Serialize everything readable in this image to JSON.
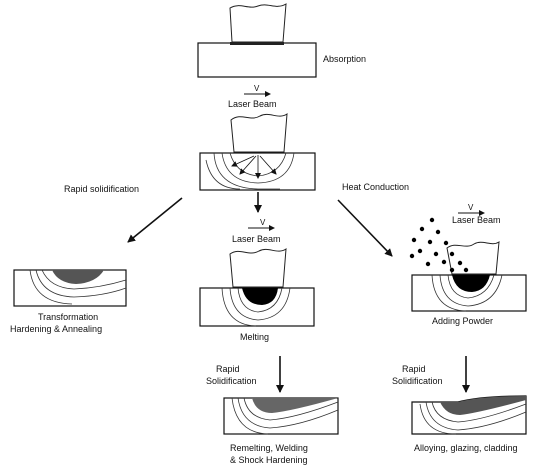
{
  "labels": {
    "absorption": "Absorption",
    "laser_beam_top": "Laser Beam",
    "laser_beam_mid": "Laser Beam",
    "laser_beam_right": "Laser Beam",
    "v_top": "V",
    "v_mid": "V",
    "v_right": "V",
    "rapid_solidification_left": "Rapid solidification",
    "heat_conduction": "Heat Conduction",
    "transformation_1": "Transformation",
    "transformation_2": "Hardening & Annealing",
    "melting": "Melting",
    "adding_powder": "Adding Powder",
    "rapid_mid_1": "Rapid",
    "rapid_mid_2": "Solidification",
    "rapid_right_1": "Rapid",
    "rapid_right_2": "Solidification",
    "remelting_1": "Remelting, Welding",
    "remelting_2": "& Shock Hardening",
    "alloying": "Alloying, glazing, cladding"
  }
}
